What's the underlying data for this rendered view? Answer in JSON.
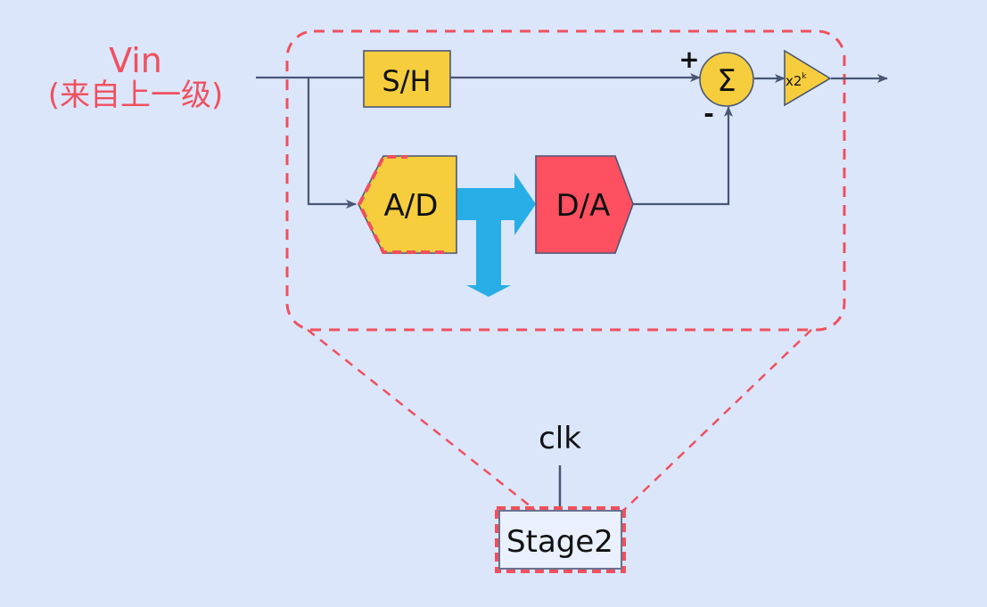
{
  "input": {
    "name": "Vin",
    "note": "(来自上一级)"
  },
  "blocks": {
    "sample_hold": "S/H",
    "adc": "A/D",
    "dac": "D/A",
    "summer": "Σ",
    "gain": "x2",
    "gain_exponent": "k"
  },
  "signs": {
    "plus": "+",
    "minus": "-"
  },
  "clock": "clk",
  "stage": "Stage2",
  "colors": {
    "background": "#dbe6fb",
    "block_yellow": "#f5cd3d",
    "dac_red": "#fe5060",
    "dashed_red": "#f0505e",
    "wire": "#4a5675",
    "digital_arrow": "#28aee6",
    "label_red": "#f0505e"
  }
}
